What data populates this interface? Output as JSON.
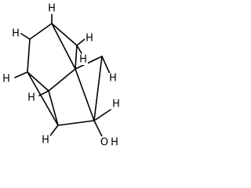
{
  "molecule": {
    "atom_labels": {
      "h_top": "H",
      "h_upper_left": "H",
      "h_upper_right": "H",
      "h_mid_right": "H",
      "h_left": "H",
      "h_right": "H",
      "h_lower_left": "H",
      "h_lower_right": "H",
      "h_bottom_left": "H",
      "oxygen": "O",
      "hydroxyl_h": "H"
    }
  }
}
